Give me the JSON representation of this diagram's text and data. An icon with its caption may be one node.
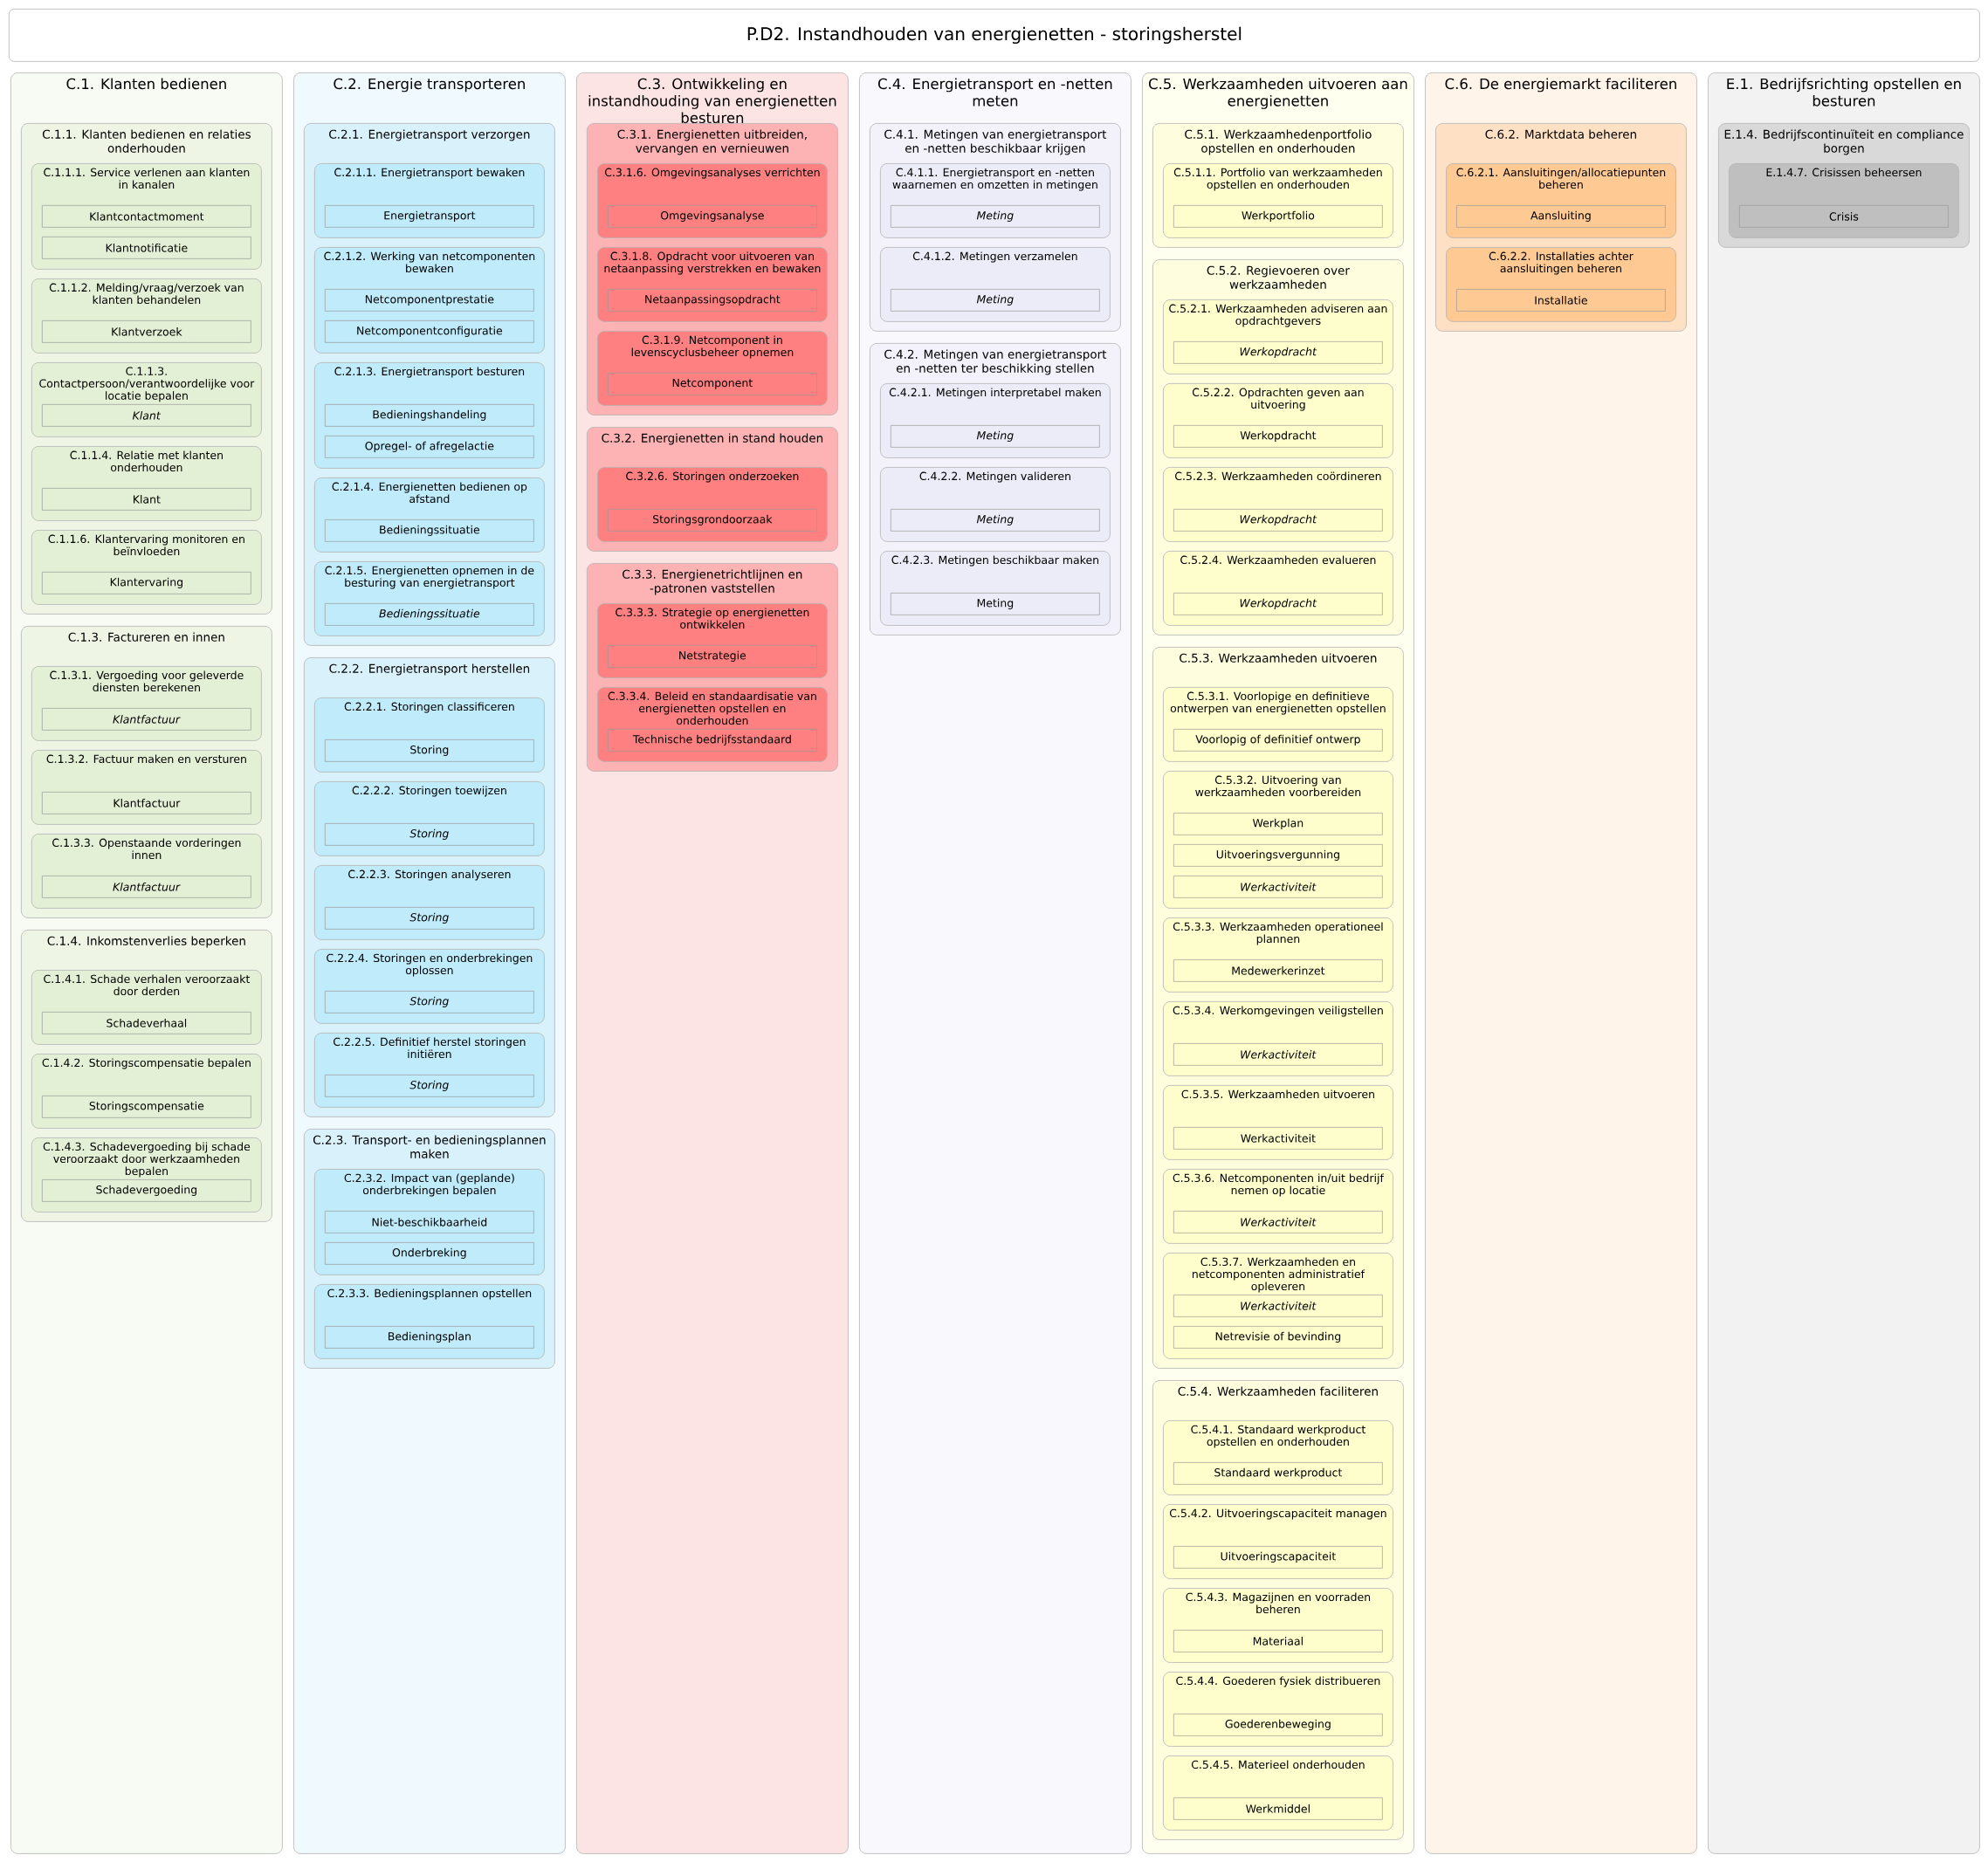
{
  "diagram": {
    "title": "P.D2. Instandhouden van energienetten - storingsherstel",
    "nodes": [
      {
        "text": [
          "C.1. Klanten bedienen"
        ]
      },
      {
        "text": [
          "C.1.1. Klanten bedienen en relaties onderhouden"
        ],
        "in": 0
      },
      {
        "text": [
          "C.1.1.1. Service verlenen aan klanten in kanalen"
        ],
        "in": 1
      },
      {
        "text": [
          "Klantcontactmoment"
        ],
        "in": 2
      },
      {
        "text": [
          "Klantnotificatie"
        ],
        "in": 2
      },
      {
        "text": [
          "C.1.1.2. Melding/vraag/verzoek van klanten behandelen"
        ],
        "in": 1
      },
      {
        "text": [
          "Klantverzoek"
        ],
        "in": 5
      },
      {
        "text": [
          "C.1.1.3. Contactpersoon/verantwoordelijke voor locatie bepalen"
        ],
        "in": 1
      },
      {
        "text": [
          "*Klant*"
        ],
        "in": 7
      },
      {
        "text": [
          "C.1.1.4. Relatie met klanten onderhouden"
        ],
        "in": 1
      },
      {
        "text": [
          "Klant"
        ],
        "in": 9
      },
      {
        "text": [
          "C.1.1.6. Klantervaring monitoren en beïnvloeden"
        ],
        "in": 1
      },
      {
        "text": [
          "Klantervaring"
        ],
        "in": 11
      },
      {
        "text": [
          "C.1.3. Factureren en innen"
        ],
        "in": 0
      },
      {
        "text": [
          "C.1.3.1. Vergoeding voor geleverde diensten berekenen"
        ],
        "in": 13
      },
      {
        "text": [
          "*Klantfactuur*"
        ],
        "in": 14
      },
      {
        "text": [
          "C.1.3.2. Factuur maken en versturen"
        ],
        "in": 13
      },
      {
        "text": [
          "Klantfactuur"
        ],
        "in": 16
      },
      {
        "text": [
          "C.1.3.3. Openstaande vorderingen innen"
        ],
        "in": 13
      },
      {
        "text": [
          "*Klantfactuur*"
        ],
        "in": 18
      },
      {
        "text": [
          "C.1.4. Inkomstenverlies beperken"
        ],
        "in": 0
      },
      {
        "text": [
          "C.1.4.1. Schade verhalen veroorzaakt door derden"
        ],
        "in": 20
      },
      {
        "text": [
          "Schadeverhaal"
        ],
        "in": 21
      },
      {
        "text": [
          "C.1.4.2. Storingscompensatie bepalen"
        ],
        "in": 20
      },
      {
        "text": [
          "Storingscompensatie"
        ],
        "in": 23
      },
      {
        "text": [
          "C.1.4.3. Schadevergoeding bij schade veroorzaakt door werkzaamheden bepalen"
        ],
        "in": 20
      },
      {
        "text": [
          "Schadevergoeding"
        ],
        "in": 25
      },
      {
        "text": [
          "C.2. Energie transporteren"
        ]
      },
      {
        "text": [
          "C.2.1. Energietransport verzorgen"
        ],
        "in": 27
      },
      {
        "text": [
          "C.2.1.1. Energietransport bewaken"
        ],
        "in": 28
      },
      {
        "text": [
          "Energietransport"
        ],
        "in": 29
      },
      {
        "text": [
          "C.2.1.2. Werking van netcomponenten bewaken"
        ],
        "in": 28
      },
      {
        "text": [
          "Netcomponentprestatie"
        ],
        "in": 31
      },
      {
        "text": [
          "Netcomponentconfiguratie"
        ],
        "in": 31
      },
      {
        "text": [
          "C.2.1.3. Energietransport besturen"
        ],
        "in": 28
      },
      {
        "text": [
          "Bedieningshandeling"
        ],
        "in": 34
      },
      {
        "text": [
          "Opregel- of afregelactie"
        ],
        "in": 34
      },
      {
        "text": [
          "C.2.1.4. Energienetten bedienen op afstand"
        ],
        "in": 28
      },
      {
        "text": [
          "Bedieningssituatie"
        ],
        "in": 37
      },
      {
        "text": [
          "C.2.1.5. Energienetten opnemen in de besturing van energietransport"
        ],
        "in": 28
      },
      {
        "text": [
          "*Bedieningssituatie*"
        ],
        "in": 39
      },
      {
        "text": [
          "C.2.2. Energietransport herstellen"
        ],
        "in": 27
      },
      {
        "text": [
          "C.2.2.1. Storingen classificeren"
        ],
        "in": 41
      },
      {
        "text": [
          "Storing"
        ],
        "in": 42
      },
      {
        "text": [
          "C.2.2.2. Storingen toewijzen"
        ],
        "in": 41
      },
      {
        "text": [
          "*Storing*"
        ],
        "in": 44
      },
      {
        "text": [
          "C.2.2.3. Storingen analyseren"
        ],
        "in": 41
      },
      {
        "text": [
          "*Storing*"
        ],
        "in": 46
      },
      {
        "text": [
          "C.2.2.4. Storingen en onderbrekingen oplossen"
        ],
        "in": 41
      },
      {
        "text": [
          "*Storing*"
        ],
        "in": 48
      },
      {
        "text": [
          "C.2.2.5. Definitief herstel storingen initiëren"
        ],
        "in": 41
      },
      {
        "text": [
          "*Storing*"
        ],
        "in": 50
      },
      {
        "text": [
          "C.2.3. Transport- en bedieningsplannen maken"
        ],
        "in": 27
      },
      {
        "text": [
          "C.2.3.2. Impact van (geplande) onderbrekingen bepalen"
        ],
        "in": 52
      },
      {
        "text": [
          "Niet-beschikbaarheid"
        ],
        "in": 53
      },
      {
        "text": [
          "Onderbreking"
        ],
        "in": 53
      },
      {
        "text": [
          "C.2.3.3. Bedieningsplannen opstellen"
        ],
        "in": 52
      },
      {
        "text": [
          "Bedieningsplan"
        ],
        "in": 56
      },
      {
        "text": [
          "C.3. Ontwikkeling en instandhouding van energienetten besturen"
        ]
      },
      {
        "text": [
          "C.3.1. Energienetten uitbreiden, vervangen en vernieuwen"
        ],
        "in": 58
      },
      {
        "text": [
          "C.3.1.6. Omgevingsanalyses verrichten"
        ],
        "in": 59
      },
      {
        "text": [
          "Omgevingsanalyse"
        ],
        "in": 60
      },
      {
        "text": [
          "C.3.1.8. Opdracht voor uitvoeren van netaanpassing verstrekken en bewaken"
        ],
        "in": 59
      },
      {
        "text": [
          "Netaanpassingsopdracht"
        ],
        "in": 62
      },
      {
        "text": [
          "C.3.1.9. Netcomponent in levenscyclusbeheer opnemen"
        ],
        "in": 59
      },
      {
        "text": [
          "Netcomponent"
        ],
        "in": 64
      },
      {
        "text": [
          "C.3.2. Energienetten in stand houden"
        ],
        "in": 58
      },
      {
        "text": [
          "C.3.2.6. Storingen onderzoeken"
        ],
        "in": 66
      },
      {
        "text": [
          "Storingsgrondoorzaak"
        ],
        "in": 67
      },
      {
        "text": [
          "C.3.3. Energienetrichtlijnen en -patronen vaststellen"
        ],
        "in": 58
      },
      {
        "text": [
          "C.3.3.3. Strategie op energienetten ontwikkelen"
        ],
        "in": 69
      },
      {
        "text": [
          "Netstrategie"
        ],
        "in": 70
      },
      {
        "text": [
          "C.3.3.4. Beleid en standaardisatie van energienetten opstellen en onderhouden"
        ],
        "in": 69
      },
      {
        "text": [
          "Technische bedrijfsstandaard"
        ],
        "in": 72
      },
      {
        "text": [
          "C.4. Energietransport en -netten meten"
        ]
      },
      {
        "text": [
          "C.4.1. Metingen van energietransport en -netten beschikbaar krijgen"
        ],
        "in": 74
      },
      {
        "text": [
          "C.4.1.1. Energietransport en -netten waarnemen en omzetten in metingen"
        ],
        "in": 75
      },
      {
        "text": [
          "*Meting*"
        ],
        "in": 76
      },
      {
        "text": [
          "C.4.1.2. Metingen verzamelen"
        ],
        "in": 75
      },
      {
        "text": [
          "*Meting*"
        ],
        "in": 78
      },
      {
        "text": [
          "C.4.2. Metingen van energietransport en -netten ter beschikking stellen"
        ],
        "in": 74
      },
      {
        "text": [
          "C.4.2.1. Metingen interpretabel maken"
        ],
        "in": 80
      },
      {
        "text": [
          "*Meting*"
        ],
        "in": 81
      },
      {
        "text": [
          "C.4.2.2. Metingen valideren"
        ],
        "in": 80
      },
      {
        "text": [
          "*Meting*"
        ],
        "in": 83
      },
      {
        "text": [
          "C.4.2.3. Metingen beschikbaar maken"
        ],
        "in": 80
      },
      {
        "text": [
          "Meting"
        ],
        "in": 85
      },
      {
        "text": [
          "C.5. Werkzaamheden uitvoeren aan energienetten"
        ]
      },
      {
        "text": [
          "C.5.1. Werkzaamhedenportfolio opstellen en onderhouden"
        ],
        "in": 87
      },
      {
        "text": [
          "C.5.1.1. Portfolio van werkzaamheden opstellen en onderhouden"
        ],
        "in": 88
      },
      {
        "text": [
          "Werkportfolio"
        ],
        "in": 89
      },
      {
        "text": [
          "C.5.2. Regievoeren over werkzaamheden"
        ],
        "in": 87
      },
      {
        "text": [
          "C.5.2.1. Werkzaamheden adviseren aan opdrachtgevers"
        ],
        "in": 91
      },
      {
        "text": [
          "*Werkopdracht*"
        ],
        "in": 92
      },
      {
        "text": [
          "C.5.2.2. Opdrachten geven aan uitvoering"
        ],
        "in": 91
      },
      {
        "text": [
          "Werkopdracht"
        ],
        "in": 94
      },
      {
        "text": [
          "C.5.2.3. Werkzaamheden coördineren"
        ],
        "in": 91
      },
      {
        "text": [
          "*Werkopdracht*"
        ],
        "in": 96
      },
      {
        "text": [
          "C.5.2.4. Werkzaamheden evalueren"
        ],
        "in": 91
      },
      {
        "text": [
          "*Werkopdracht*"
        ],
        "in": 98
      },
      {
        "text": [
          "C.5.3. Werkzaamheden uitvoeren"
        ],
        "in": 87
      },
      {
        "text": [
          "C.5.3.1. Voorlopige en definitieve ontwerpen van energienetten opstellen"
        ],
        "in": 100
      },
      {
        "text": [
          "Voorlopig of definitief ontwerp"
        ],
        "in": 101
      },
      {
        "text": [
          "C.5.3.2. Uitvoering van werkzaamheden voorbereiden"
        ],
        "in": 100
      },
      {
        "text": [
          "Werkplan"
        ],
        "in": 103
      },
      {
        "text": [
          "Uitvoeringsvergunning"
        ],
        "in": 103
      },
      {
        "text": [
          "*Werkactiviteit*"
        ],
        "in": 103
      },
      {
        "text": [
          "C.5.3.3. Werkzaamheden operationeel plannen"
        ],
        "in": 100
      },
      {
        "text": [
          "Medewerkerinzet"
        ],
        "in": 107
      },
      {
        "text": [
          "C.5.3.4. Werkomgevingen veiligstellen"
        ],
        "in": 100
      },
      {
        "text": [
          "*Werkactiviteit*"
        ],
        "in": 109
      },
      {
        "text": [
          "C.5.3.5. Werkzaamheden uitvoeren"
        ],
        "in": 100
      },
      {
        "text": [
          "Werkactiviteit"
        ],
        "in": 111
      },
      {
        "text": [
          "C.5.3.6. Netcomponenten in/uit bedrijf nemen op locatie"
        ],
        "in": 100
      },
      {
        "text": [
          "*Werkactiviteit*"
        ],
        "in": 113
      },
      {
        "text": [
          "C.5.3.7. Werkzaamheden en netcomponenten administratief opleveren"
        ],
        "in": 100
      },
      {
        "text": [
          "*Werkactiviteit*"
        ],
        "in": 115
      },
      {
        "text": [
          "Netrevisie of bevinding"
        ],
        "in": 115
      },
      {
        "text": [
          "C.5.4. Werkzaamheden faciliteren"
        ],
        "in": 87
      },
      {
        "text": [
          "C.5.4.1. Standaard werkproduct opstellen en onderhouden"
        ],
        "in": 118
      },
      {
        "text": [
          "Standaard werkproduct"
        ],
        "in": 119
      },
      {
        "text": [
          "C.5.4.2. Uitvoeringscapaciteit managen"
        ],
        "in": 118
      },
      {
        "text": [
          "Uitvoeringscapaciteit"
        ],
        "in": 121
      },
      {
        "text": [
          "C.5.4.3. Magazijnen en voorraden beheren"
        ],
        "in": 118
      },
      {
        "text": [
          "Materiaal"
        ],
        "in": 123
      },
      {
        "text": [
          "C.5.4.4. Goederen fysiek distribueren"
        ],
        "in": 118
      },
      {
        "text": [
          "Goederenbeweging"
        ],
        "in": 125
      },
      {
        "text": [
          "C.5.4.5. Materieel onderhouden"
        ],
        "in": 118
      },
      {
        "text": [
          "Werkmiddel"
        ],
        "in": 127
      },
      {
        "text": [
          "C.6. De energiemarkt faciliteren"
        ]
      },
      {
        "text": [
          "C.6.2. Marktdata beheren"
        ],
        "in": 129
      },
      {
        "text": [
          "C.6.2.1. Aansluitingen/allocatiepunten beheren"
        ],
        "in": 130
      },
      {
        "text": [
          "Aansluiting"
        ],
        "in": 131
      },
      {
        "text": [
          "C.6.2.2. Installaties achter aansluitingen beheren"
        ],
        "in": 130
      },
      {
        "text": [
          "Installatie"
        ],
        "in": 133
      },
      {
        "text": [
          "E.1. Bedrijfsrichting opstellen en besturen"
        ]
      },
      {
        "text": [
          "E.1.4. Bedrijfscontinuïteit en compliance borgen"
        ],
        "in": 135
      },
      {
        "text": [
          "E.1.4.7. Crisissen beheersen"
        ],
        "in": 136
      },
      {
        "text": [
          "Crisis"
        ],
        "in": 137
      }
    ]
  }
}
